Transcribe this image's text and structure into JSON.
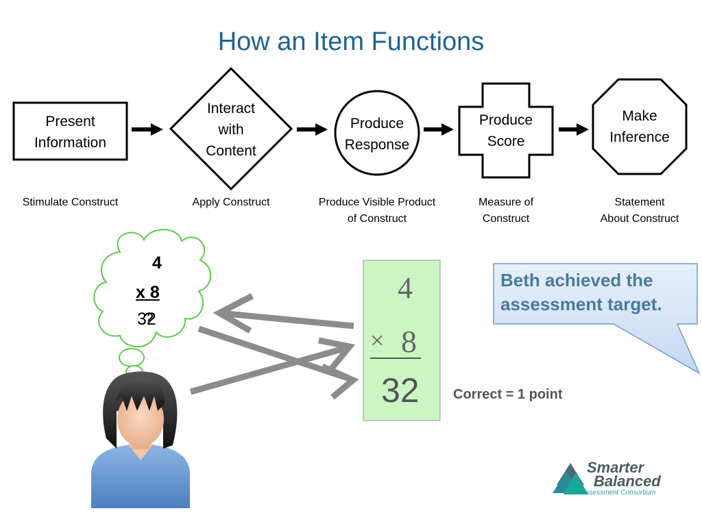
{
  "title": "How an Item Functions",
  "flow": [
    {
      "shape": "rectangle",
      "lines": [
        "Present",
        "Information"
      ],
      "caption": [
        "Stimulate Construct"
      ]
    },
    {
      "shape": "diamond",
      "lines": [
        "Interact",
        "with",
        "Content"
      ],
      "caption": [
        "Apply Construct"
      ]
    },
    {
      "shape": "circle",
      "lines": [
        "Produce",
        "Response"
      ],
      "caption": [
        "Produce Visible Product",
        "of Construct"
      ]
    },
    {
      "shape": "plus",
      "lines": [
        "Produce",
        "Score"
      ],
      "caption": [
        "Measure of",
        "Construct"
      ]
    },
    {
      "shape": "octagon",
      "lines": [
        "Make",
        "Inference"
      ],
      "caption": [
        "Statement",
        "About Construct"
      ]
    }
  ],
  "thought_bubble": {
    "line1": "4",
    "line2": "x 8",
    "line3": "32",
    "line3_overlay": "?"
  },
  "response_card": {
    "top": "4",
    "operator": "×",
    "multiplier": "8",
    "answer": "32"
  },
  "score_text": "Correct = 1 point",
  "callout_text": "Beth achieved the assessment target.",
  "logo": {
    "line1": "Smarter",
    "line2": "Balanced",
    "line3": "Assessment Consortium"
  },
  "colors": {
    "title": "#1f6391",
    "card_fill": "#ccf5c4",
    "callout_text": "#4a7a9b",
    "cloud_stroke": "#5ec94a",
    "arrow_gray": "#8c8c8c"
  }
}
